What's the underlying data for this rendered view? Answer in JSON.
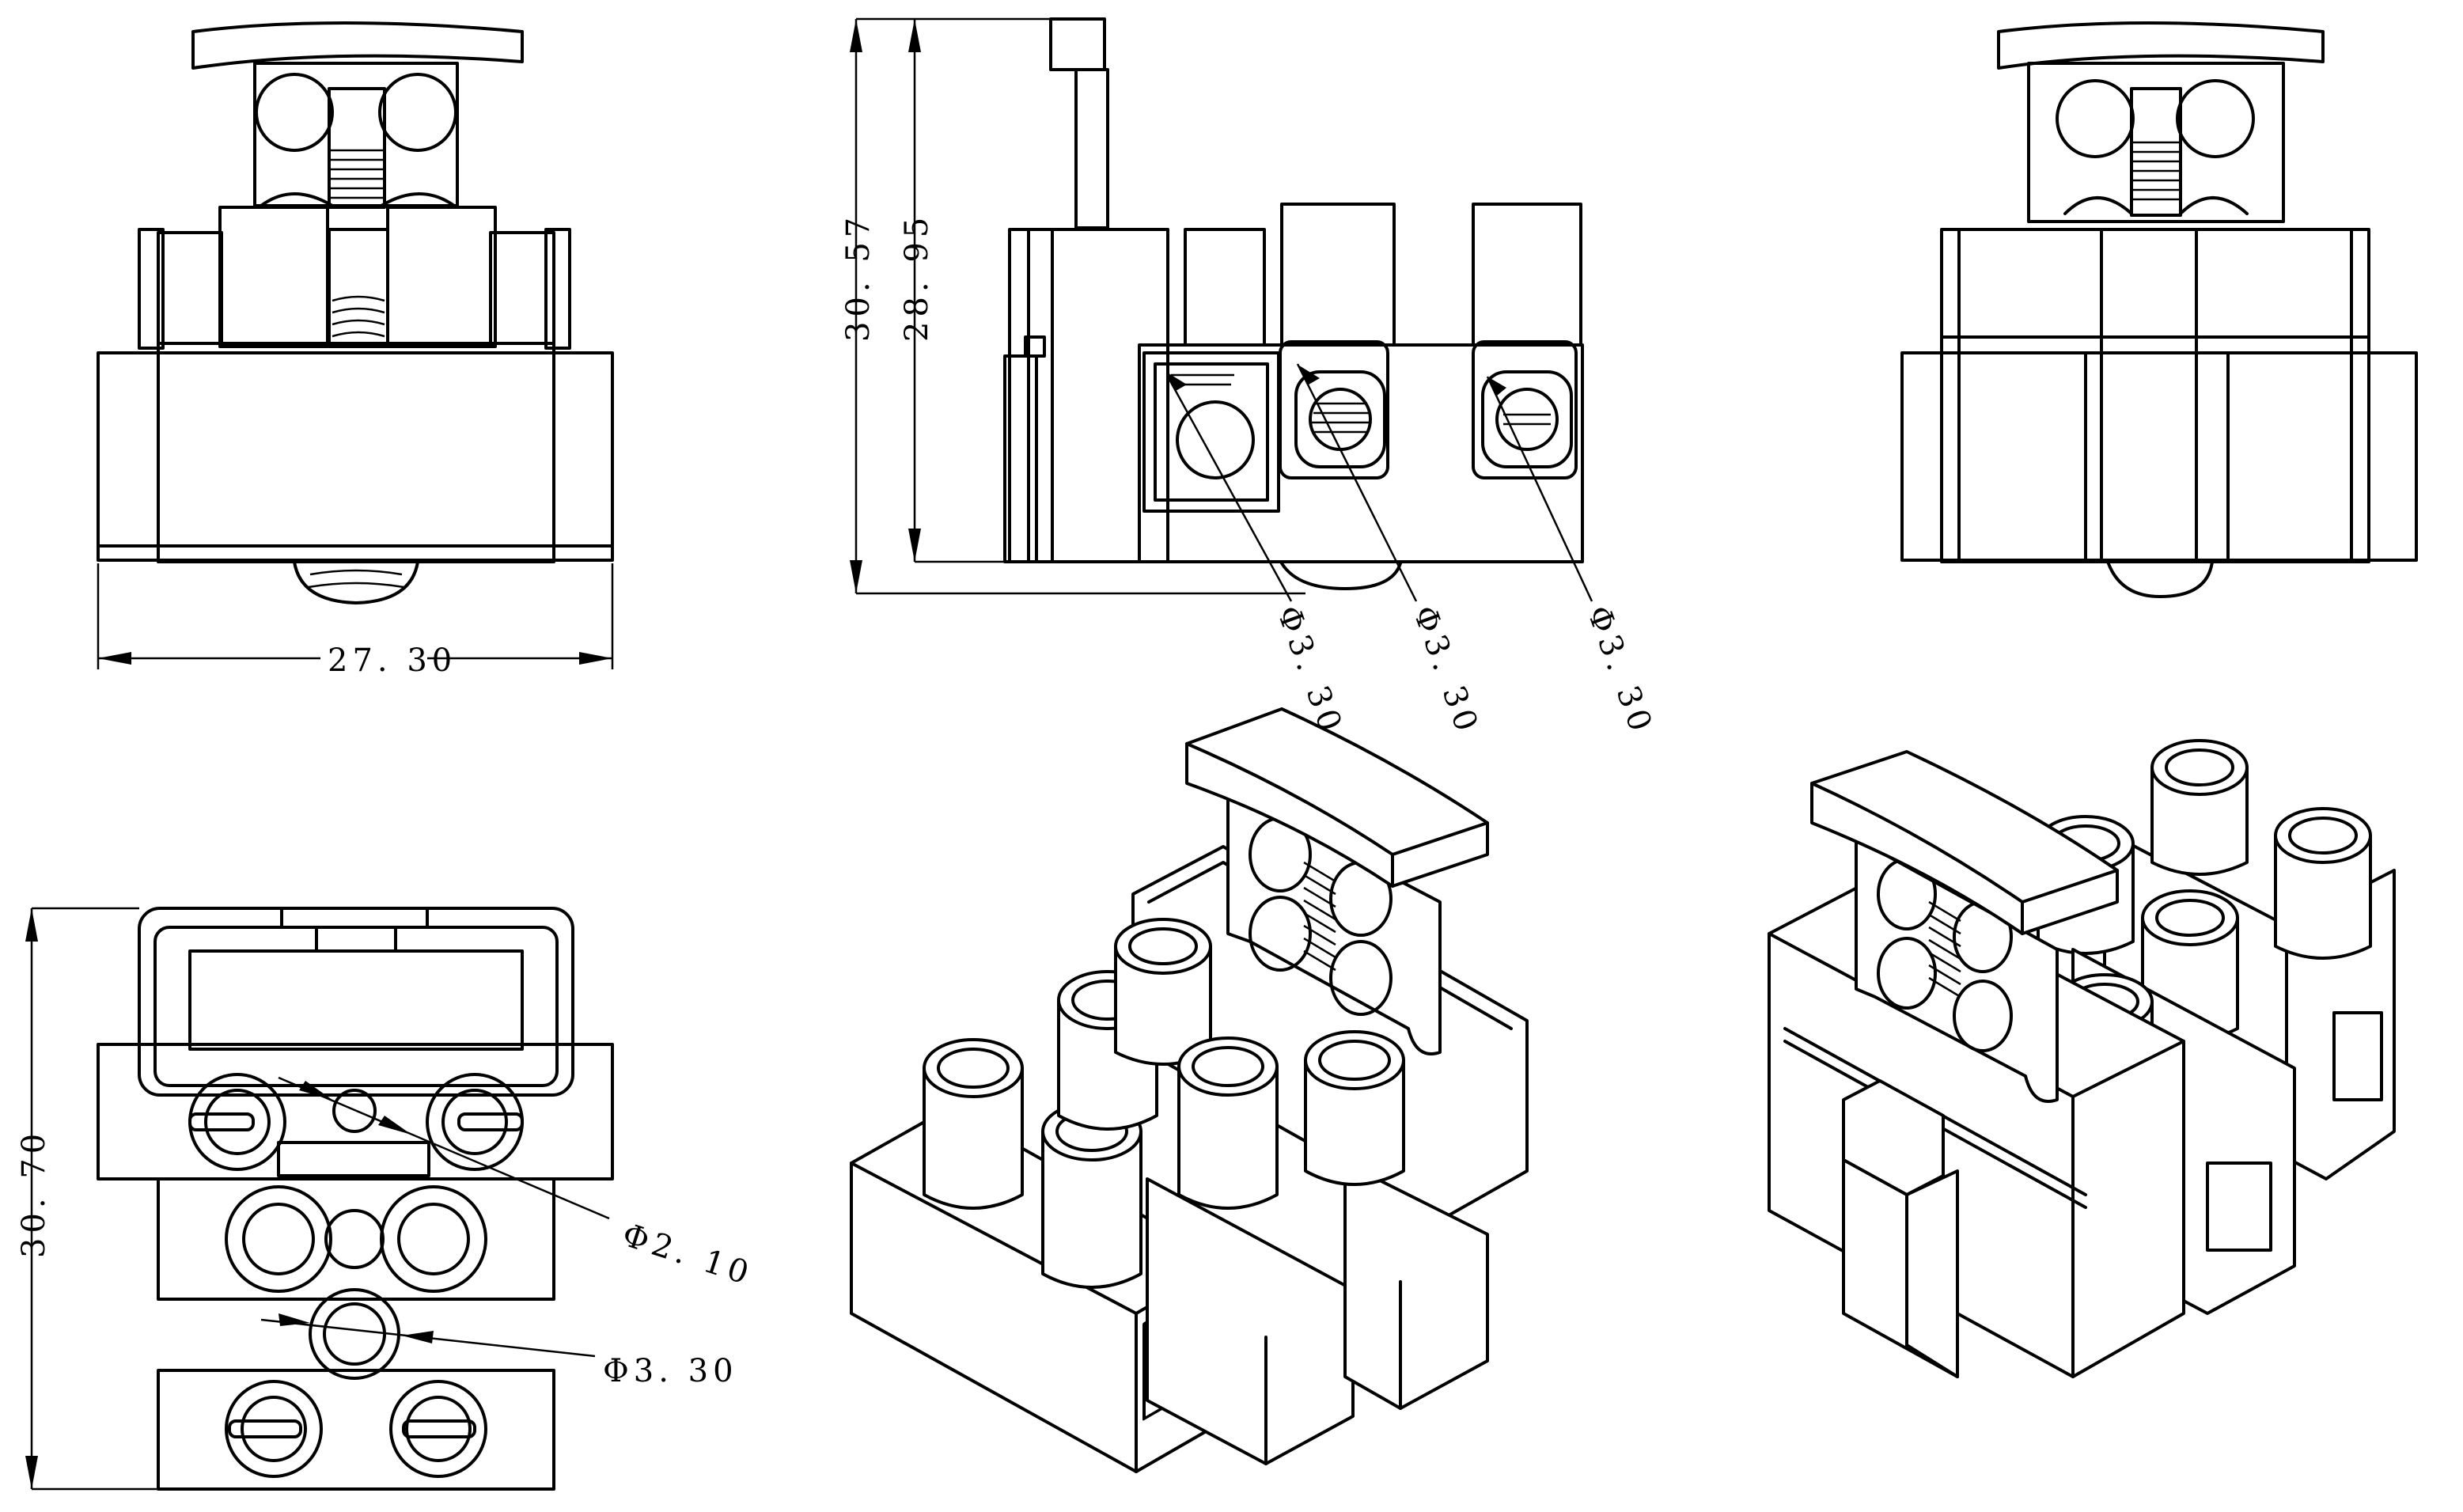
{
  "dimensions": {
    "front_width": "27. 30",
    "side_height_total": "30. 57",
    "side_height_body": "28. 95",
    "side_hole_1": "Φ3. 30",
    "side_hole_2": "Φ3. 30",
    "side_hole_3": "Φ3. 30",
    "bottom_height": "30. 70",
    "bottom_hole_small": "Φ2. 10",
    "bottom_hole_large": "Φ3. 30"
  },
  "views": [
    "front-view",
    "side-view",
    "rear-view",
    "bottom-view",
    "isometric-view-front",
    "isometric-view-rear"
  ]
}
